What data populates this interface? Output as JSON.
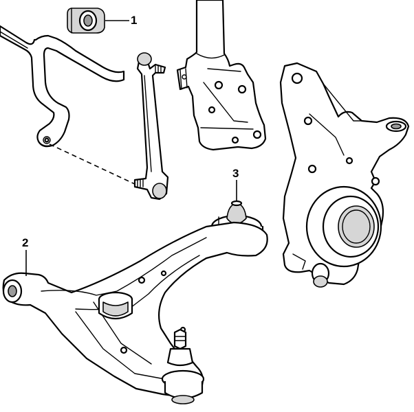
{
  "callouts": {
    "c1": "1",
    "c2": "2",
    "c3": "3"
  },
  "colors": {
    "line": "#000000",
    "fill": "#ffffff",
    "shade": "#d6d6d6"
  }
}
